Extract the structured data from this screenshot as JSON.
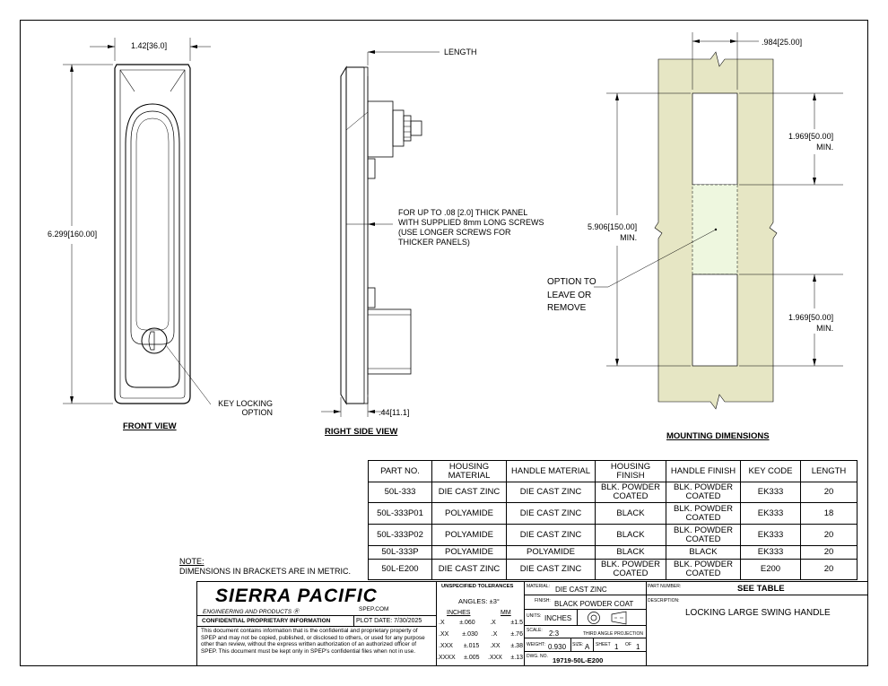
{
  "front_view": {
    "width_dim": "1.42",
    "width_dim_mm": "36.0",
    "height_dim": "6.299",
    "height_dim_mm": "160.00",
    "key_note_line1": "KEY LOCKING",
    "key_note_line2": "OPTION",
    "title": "FRONT VIEW"
  },
  "side_view": {
    "length_label": "LENGTH",
    "panel_note": [
      "FOR UP TO .08 [2.0] THICK PANEL",
      "WITH SUPPLIED 8mm LONG SCREWS",
      "(USE LONGER SCREWS FOR",
      "THICKER PANELS)"
    ],
    "depth_dim": ".44",
    "depth_dim_mm": "11.1",
    "title": "RIGHT SIDE VIEW"
  },
  "mounting": {
    "width_dim": ".984",
    "width_dim_mm": "25.00",
    "top_dim": "1.969",
    "top_dim_mm": "50.00",
    "top_min": "MIN.",
    "total_dim": "5.906",
    "total_dim_mm": "150.00",
    "total_min": "MIN.",
    "bottom_dim": "1.969",
    "bottom_dim_mm": "50.00",
    "bottom_min": "MIN.",
    "option_note": [
      "OPTION TO",
      "LEAVE OR",
      "REMOVE"
    ],
    "title": "MOUNTING DIMENSIONS",
    "panel_color": "#e6e6c4",
    "option_color": "#eef7df"
  },
  "parts_table": {
    "headers": [
      "PART NO.",
      "HOUSING MATERIAL",
      "HANDLE MATERIAL",
      "HOUSING FINISH",
      "HANDLE FINISH",
      "KEY CODE",
      "LENGTH"
    ],
    "rows": [
      [
        "50L-333",
        "DIE CAST ZINC",
        "DIE CAST ZINC",
        "BLK. POWDER COATED",
        "BLK. POWDER COATED",
        "EK333",
        "20"
      ],
      [
        "50L-333P01",
        "POLYAMIDE",
        "DIE CAST ZINC",
        "BLACK",
        "BLK. POWDER COATED",
        "EK333",
        "18"
      ],
      [
        "50L-333P02",
        "POLYAMIDE",
        "DIE CAST ZINC",
        "BLACK",
        "BLK. POWDER COATED",
        "EK333",
        "20"
      ],
      [
        "50L-333P",
        "POLYAMIDE",
        "POLYAMIDE",
        "BLACK",
        "BLACK",
        "EK333",
        "20"
      ],
      [
        "50L-E200",
        "DIE CAST ZINC",
        "DIE CAST ZINC",
        "BLK. POWDER COATED",
        "BLK. POWDER COATED",
        "E200",
        "20"
      ]
    ]
  },
  "note": {
    "label": "NOTE:",
    "text": "DIMENSIONS IN BRACKETS ARE IN METRIC."
  },
  "title_block": {
    "company": "SIERRA PACIFIC",
    "company_sub": "ENGINEERING AND PRODUCTS",
    "website": "SPEP.COM",
    "confidential_label": "CONFIDENTIAL PROPRIETARY INFORMATION",
    "plot_date": "PLOT DATE: 7/30/2025",
    "disclaimer": "This document contains information that is the confidential and proprietary property of SPEP and may not be copied, published, or disclosed to others, or used for any purpose  other than review, without the express written authorization of an authorized officer of SPEP. This document must be kept only in SPEP's confidential files when not in use.",
    "tolerances_title": "UNSPECIFIED TOLERANCES",
    "angles": "ANGLES: ±3°",
    "inches_label": "INCHES",
    "mm_label": "MM",
    "tolerances": [
      [
        ".X",
        "±.060",
        ".X",
        "±1.5"
      ],
      [
        ".XX",
        "±.030",
        ".X",
        "±.76"
      ],
      [
        ".XXX",
        "±.015",
        ".XX",
        "±.38"
      ],
      [
        ".XXXX",
        "±.005",
        ".XXX",
        "±.13"
      ]
    ],
    "material_label": "MATERIAL:",
    "material": "DIE CAST ZINC",
    "finish_label": "FINISH:",
    "finish": "BLACK POWDER COAT",
    "units_label": "UNITS:",
    "units": "INCHES",
    "scale_label": "SCALE:",
    "scale": "2:3",
    "projection": "THIRD ANGLE PROJECTION",
    "weight_label": "WEIGHT:",
    "weight": "0.930",
    "size_label": "SIZE:",
    "size": "A",
    "sheet_label": "SHEET",
    "sheet": "1",
    "of_label": "OF",
    "sheet_total": "1",
    "dwg_label": "DWG. NO.",
    "dwg_no": "19719-50L-E200",
    "part_number_label": "PART NUMBER:",
    "part_number": "SEE TABLE",
    "description_label": "DESCRIPTION:",
    "description": "LOCKING LARGE SWING HANDLE"
  }
}
